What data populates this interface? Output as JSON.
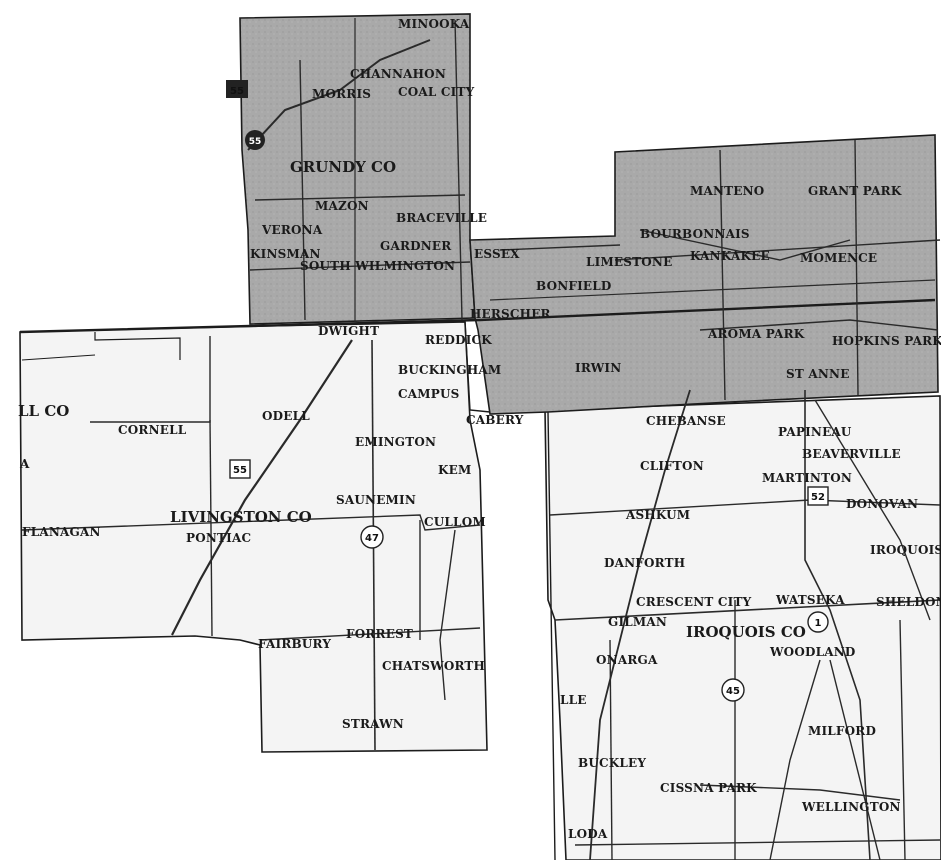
{
  "colors": {
    "shaded_region": "#a7a7a7",
    "unshaded_region": "#f4f4f4",
    "boundary": "#1c1c1c",
    "road": "#2a2a2a",
    "label": "#1a1a1a",
    "paper": "#ffffff"
  },
  "counties": {
    "grundy": "GRUNDY CO",
    "livingston": "LIVINGSTON CO",
    "iroquois": "IROQUOIS CO",
    "partial_left": "LL CO"
  },
  "places": {
    "minooka": "MINOOKA",
    "channahon": "CHANNAHON",
    "morris": "MORRIS",
    "coal_city": "COAL CITY",
    "mazon": "MAZON",
    "braceville": "BRACEVILLE",
    "verona": "VERONA",
    "gardner": "GARDNER",
    "kinsman": "KINSMAN",
    "south_wilmington": "SOUTH WILMINGTON",
    "essex": "ESSEX",
    "manteno": "MANTENO",
    "grant_park": "GRANT PARK",
    "bourbonnais": "BOURBONNAIS",
    "kankakee": "KANKAKEE",
    "limestone": "LIMESTONE",
    "aroma_park": "AROMA PARK",
    "bonfield": "BONFIELD",
    "momence": "MOMENCE",
    "st_anne": "ST ANNE",
    "herscher": "HERSCHER",
    "reddick": "REDDICK",
    "dwight": "DWIGHT",
    "buckingham": "BUCKINGHAM",
    "campus": "CAMPUS",
    "cabery": "CABERY",
    "irwin": "IRWIN",
    "chebanse": "CHEBANSE",
    "hopkins_park": "HOPKINS PARK",
    "papineau": "PAPINEAU",
    "beaverville": "BEAVERVILLE",
    "martinton": "MARTINTON",
    "donovan": "DONOVAN",
    "iroquois": "IROQUOIS",
    "clifton": "CLIFTON",
    "ashkum": "ASHKUM",
    "danforth": "DANFORTH",
    "crescent_city": "CRESCENT CITY",
    "watseka": "WATSEKA",
    "sheldon": "SHELDON",
    "gilman": "GILMAN",
    "onarga": "ONARGA",
    "woodland": "WOODLAND",
    "milford": "MILFORD",
    "buckley": "BUCKLEY",
    "cissna_park": "CISSNA PARK",
    "wellington": "WELLINGTON",
    "loda": "LODA",
    "melvin_partial": "LLE",
    "cornell": "CORNELL",
    "odell": "ODELL",
    "emington": "EMINGTON",
    "kempton_partial": "KEM",
    "saunemin": "SAUNEMIN",
    "cullom": "CULLOM",
    "flanagan": "FLANAGAN",
    "pontiac": "PONTIAC",
    "forrest": "FORREST",
    "fairbury": "FAIRBURY",
    "chatsworth": "CHATSWORTH",
    "strawn": "STRAWN",
    "partial_a": "A"
  },
  "route_shields": {
    "r_top": "55",
    "r_morris": "55",
    "r_livingston": "55",
    "r_saunemin": "47",
    "r_martinton": "52",
    "r_crescent": "1",
    "r_gilman": "45"
  }
}
